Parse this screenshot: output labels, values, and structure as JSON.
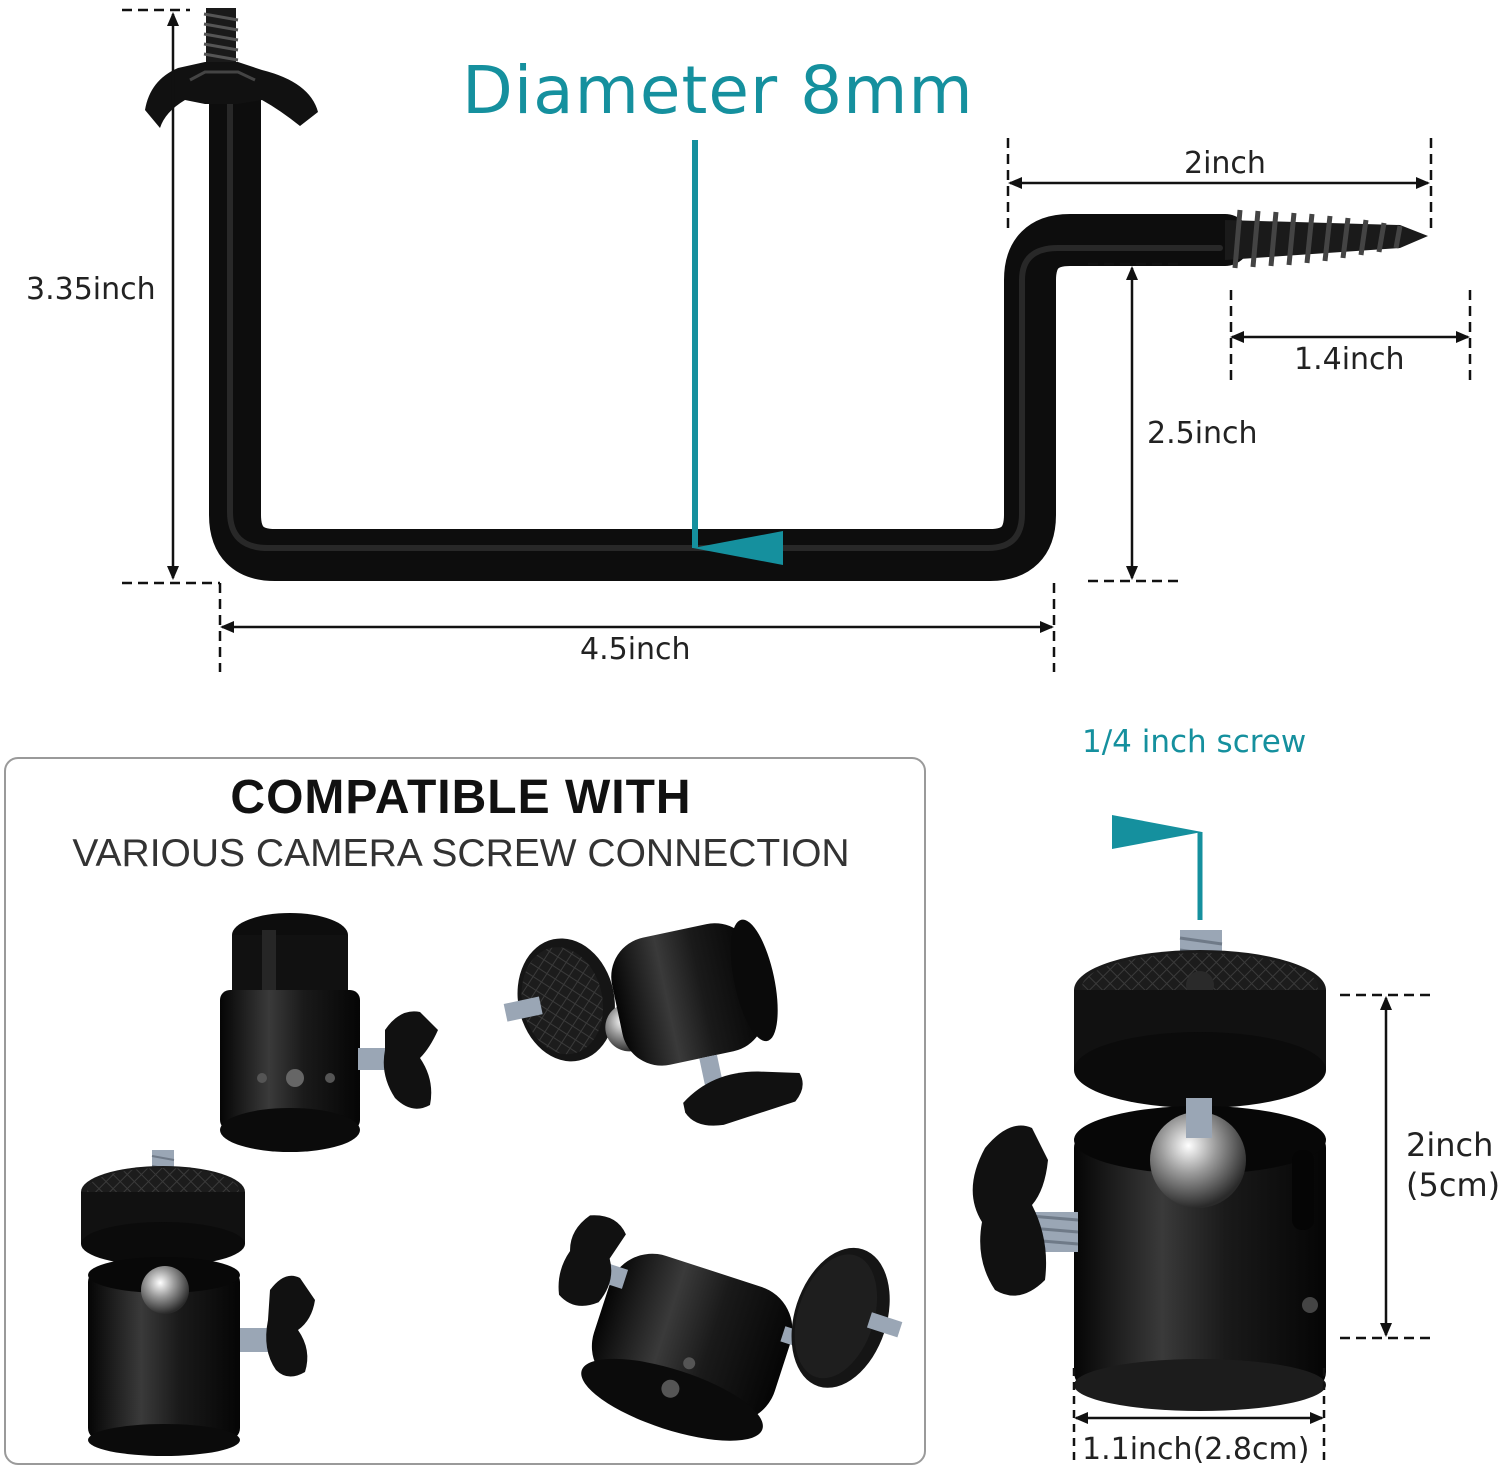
{
  "bracket": {
    "diameter_label": "Diameter 8mm",
    "height_label": "3.35inch",
    "width_label": "4.5inch",
    "arm_length_label": "2inch",
    "screw_length_label": "1.4inch",
    "step_height_label": "2.5inch"
  },
  "compat_panel": {
    "heading": "COMPATIBLE WITH",
    "subheading": "VARIOUS CAMERA SCREW CONNECTION"
  },
  "ball_head": {
    "screw_label": "1/4 inch screw",
    "height_label_in": "2inch",
    "height_label_cm": "(5cm)",
    "width_label": "1.1inch(2.8cm)"
  },
  "colors": {
    "accent": "#15909e",
    "metal_black": "#111111",
    "dimension_line": "#111111",
    "panel_border": "#9a9a9a"
  }
}
